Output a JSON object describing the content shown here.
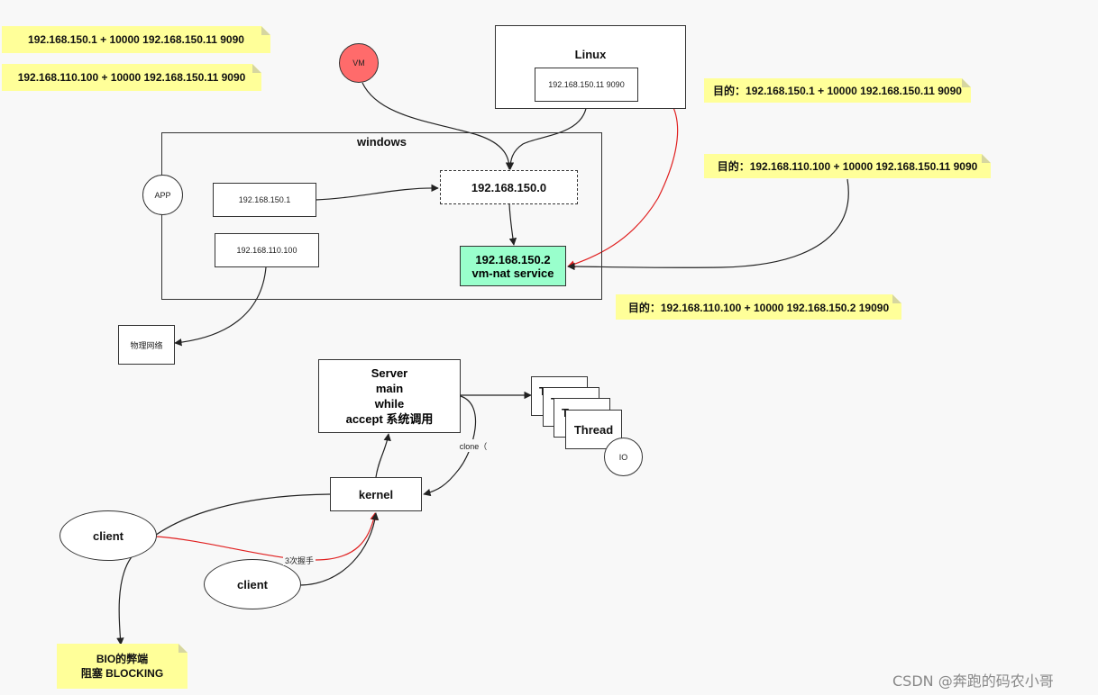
{
  "notes": {
    "top_left_1": "192.168.150.1 + 10000  192.168.150.11  9090",
    "top_left_2": "192.168.110.100 + 10000   192.168.150.11  9090",
    "right_1": "目的：192.168.150.1 + 10000  192.168.150.11  9090",
    "right_2": "目的：192.168.110.100 + 10000   192.168.150.11  9090",
    "right_3": "目的：192.168.110.100 + 10000   192.168.150.2  19090",
    "bio": "BIO的弊端\n阻塞  BLOCKING"
  },
  "nodes": {
    "vm": "VM",
    "linux_title": "Linux",
    "linux_ip": "192.168.150.11  9090",
    "windows_title": "windows",
    "app": "APP",
    "ip_150_1": "192.168.150.1",
    "ip_110_100": "192.168.110.100",
    "ip_150_0": "192.168.150.0",
    "vmnat": "192.168.150.2\nvm-nat  service",
    "physical": "物理网络",
    "server": "Server\nmain\nwhile\naccept  系统调用",
    "thread_stub_1": "T",
    "thread_stub_2": "T",
    "thread_stub_3": "T",
    "thread": "Thread",
    "io": "IO",
    "kernel": "kernel",
    "client_1": "client",
    "client_2": "client"
  },
  "edge_labels": {
    "clone": "clone（",
    "handshake": "3次握手"
  },
  "colors": {
    "accent_red": "#e02020",
    "vm_fill": "#ff6b6b",
    "vmnat_fill": "#99ffcc",
    "note_fill": "#ffff99"
  },
  "watermark": "CSDN @奔跑的码农小哥"
}
